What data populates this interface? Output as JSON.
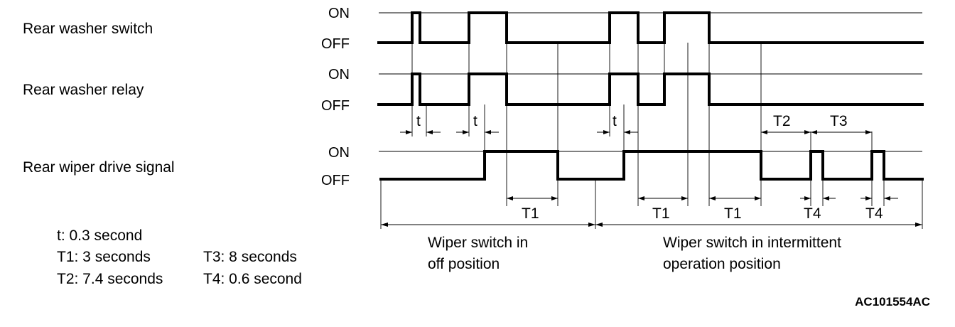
{
  "signals": [
    {
      "name": "Rear washer switch",
      "on_label": "ON",
      "off_label": "OFF"
    },
    {
      "name": "Rear washer relay",
      "on_label": "ON",
      "off_label": "OFF"
    },
    {
      "name": "Rear wiper drive signal",
      "on_label": "ON",
      "off_label": "OFF"
    }
  ],
  "intervals": {
    "t": "t",
    "T1": "T1",
    "T2": "T2",
    "T3": "T3",
    "T4": "T4"
  },
  "legend": {
    "t": "t: 0.3 second",
    "T1": "T1: 3 seconds",
    "T2": "T2: 7.4 seconds",
    "T3": "T3: 8 seconds",
    "T4": "T4: 0.6 second"
  },
  "regions": {
    "off_line1": "Wiper switch in",
    "off_line2": "off position",
    "int_line1": "Wiper switch in intermittent",
    "int_line2": "operation position"
  },
  "figure_code": "AC101554AC"
}
